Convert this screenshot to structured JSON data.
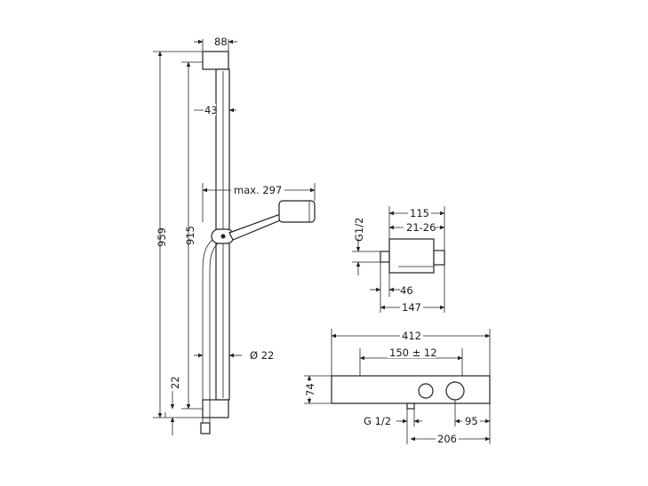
{
  "shower_rail": {
    "width_head": "88",
    "total_height": "959",
    "rail_height": "915",
    "bar_offset": "43",
    "arm_reach": "max. 297",
    "bar_diameter": "Ø 22",
    "bottom_offset": "22"
  },
  "thermostat_side": {
    "depth": "115",
    "depth_range": "21-26",
    "inlet_thread": "G1/2",
    "offset": "46",
    "total_depth": "147"
  },
  "thermostat_front": {
    "width": "412",
    "inlet_spacing": "150 ± 12",
    "height": "74",
    "outlet_thread": "G 1/2",
    "outlet_offset": "95",
    "right_distance": "206"
  }
}
